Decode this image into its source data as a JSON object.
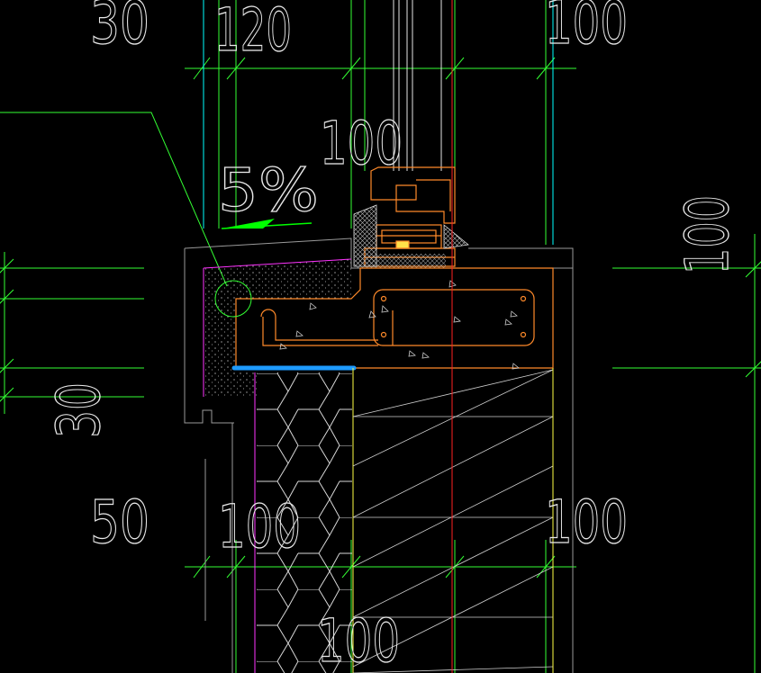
{
  "drawing": {
    "background": "#000000",
    "colors": {
      "dimension": "#33ff33",
      "text": "#ffffff",
      "cyan": "#00ffff",
      "orange": "#ff8a2a",
      "red": "#ff2222",
      "yellow": "#ffff44",
      "magenta": "#ff33ff",
      "gray": "#9a9a9a",
      "highlight": "#1e9bff"
    },
    "dimensions": {
      "top_30": "30",
      "top_120": "120",
      "top_100": "100",
      "upper_100": "100",
      "slope": "5%",
      "right_100": "100",
      "left_30": "30",
      "mid_50": "50",
      "mid_100_left": "100",
      "mid_100_right": "100",
      "bottom_100": "100"
    }
  }
}
